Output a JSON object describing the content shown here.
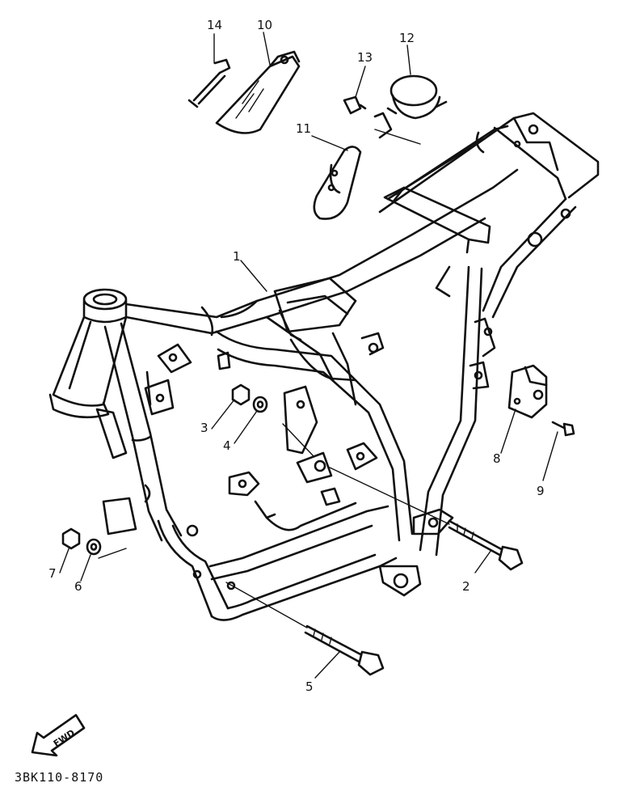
{
  "callouts": [
    {
      "id": "1",
      "label": "1"
    },
    {
      "id": "2",
      "label": "2"
    },
    {
      "id": "3",
      "label": "3"
    },
    {
      "id": "4",
      "label": "4"
    },
    {
      "id": "5",
      "label": "5"
    },
    {
      "id": "6",
      "label": "6"
    },
    {
      "id": "7",
      "label": "7"
    },
    {
      "id": "8",
      "label": "8"
    },
    {
      "id": "9",
      "label": "9"
    },
    {
      "id": "10",
      "label": "10"
    },
    {
      "id": "11",
      "label": "11"
    },
    {
      "id": "12",
      "label": "12"
    },
    {
      "id": "13",
      "label": "13"
    },
    {
      "id": "14",
      "label": "14"
    }
  ],
  "direction_arrow": {
    "label": "FWD"
  },
  "reference_code": "3BK110-8170"
}
